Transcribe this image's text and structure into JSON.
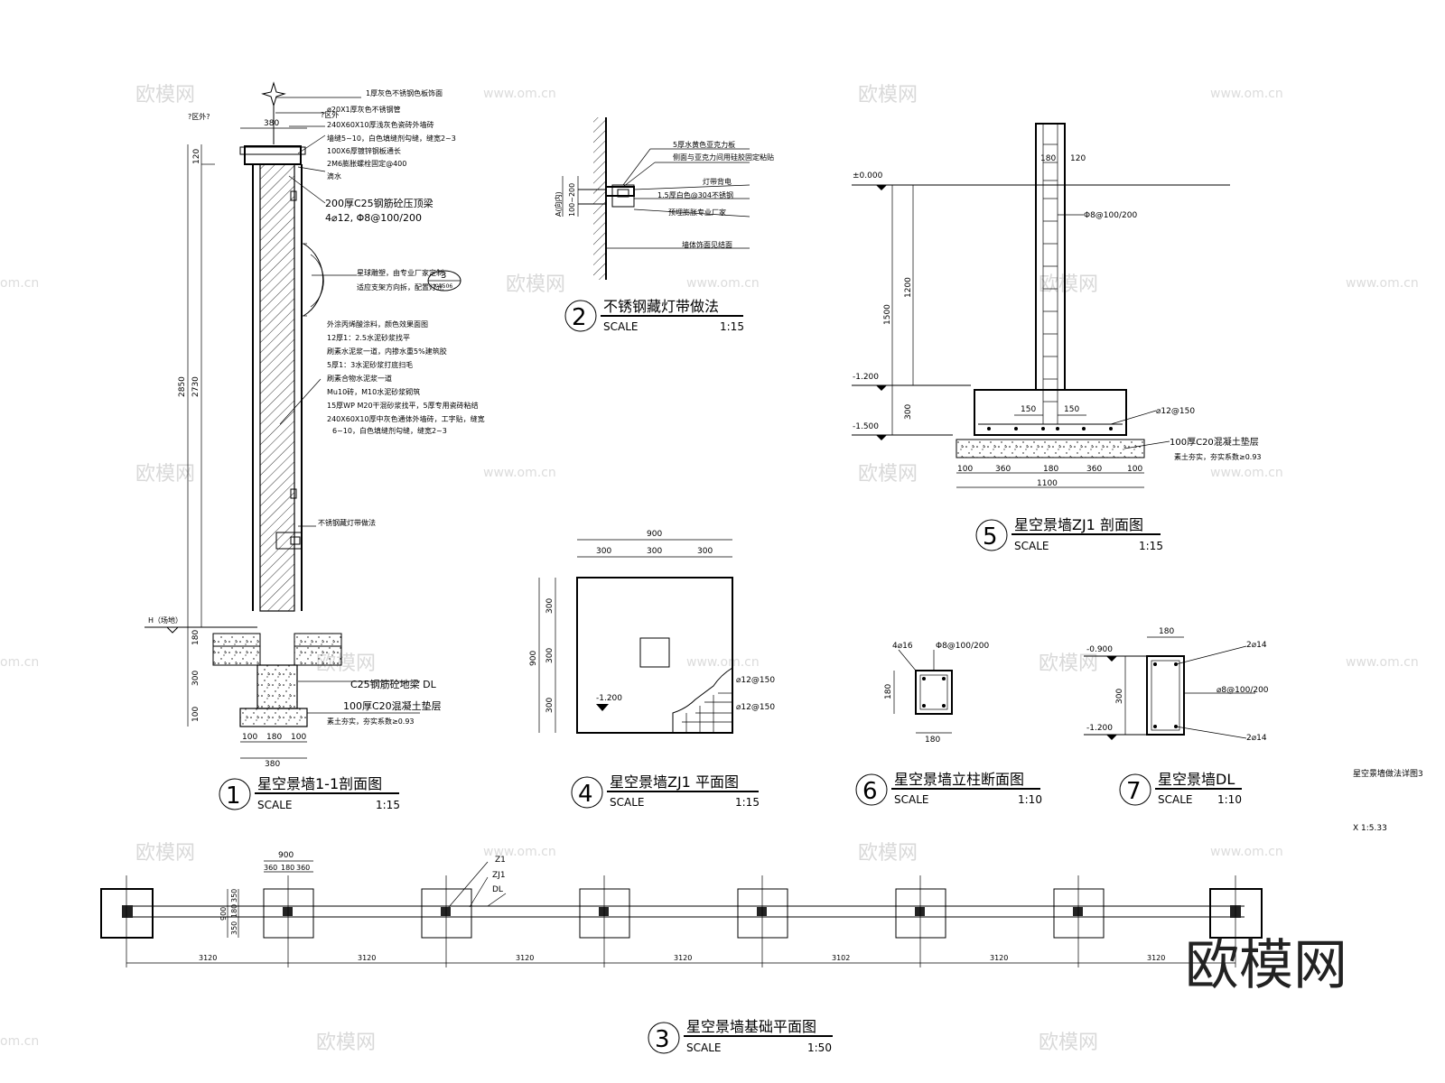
{
  "watermarks": {
    "brand": "欧模网",
    "url": "www.om.cn",
    "url_short": "om.cn"
  },
  "corner_label": "欧模网",
  "sheet_note": {
    "line1": "星空景墙做法详图3",
    "line2": "X 1:5.33"
  },
  "titles": [
    {
      "num": "1",
      "name": "星空景墙1-1剖面图",
      "scale_label": "SCALE",
      "scale": "1:15"
    },
    {
      "num": "2",
      "name": "不锈钢藏灯带做法",
      "scale_label": "SCALE",
      "scale": "1:15"
    },
    {
      "num": "3",
      "name": "星空景墙基础平面图",
      "scale_label": "SCALE",
      "scale": "1:50"
    },
    {
      "num": "4",
      "name": "星空景墙ZJ1 平面图",
      "scale_label": "SCALE",
      "scale": "1:15"
    },
    {
      "num": "5",
      "name": "星空景墙ZJ1 剖面图",
      "scale_label": "SCALE",
      "scale": "1:15"
    },
    {
      "num": "6",
      "name": "星空景墙立柱断面图",
      "scale_label": "SCALE",
      "scale": "1:10"
    },
    {
      "num": "7",
      "name": "星空景墙DL",
      "scale_label": "SCALE",
      "scale": "1:10"
    }
  ],
  "section1": {
    "top_q": "?区外?",
    "top_q2": "?区外",
    "annotations": [
      "1厚灰色不锈钢色板饰面",
      "ø20X1厚灰色不锈钢管",
      "240X60X10厚浅灰色瓷砖外墙砖",
      "墙缝5~10，白色填缝剂勾缝，缝宽2~3",
      "100X6厚镀锌钢板通长",
      "2M6膨胀螺栓固定@400",
      "滴水",
      "200厚C25钢筋砼压顶梁",
      "4⌀12, Φ8@100/200",
      "星球雕塑，由专业厂家定制",
      "适应支架方向拆，配置灯光",
      "外涂丙烯酸涂料，颜色效果面图",
      "12厚1：2.5水泥砂浆找平",
      "刷素水泥浆一道，内掺水重5%建筑胶",
      "5厚1：3水泥砂浆打底扫毛",
      "刷素合物水泥浆一道",
      "Mu10砖，M10水泥砂浆砌筑",
      "15厚WP M20干混砂浆找平，5厚专用瓷砖粘结",
      "240X60X10厚中灰色通体外墙砖，工字贴，缝宽",
      "6~10，白色填缝剂勾缝，缝宽2~3",
      "不锈钢藏灯带做法",
      "C25钢筋砼地梁 DL",
      "100厚C20混凝土垫层",
      "素土夯实，夯实系数≥0.93"
    ],
    "callout": {
      "num": "3",
      "sheet": "X-1506"
    },
    "h_label": "H（场地）",
    "dims_v": [
      "120",
      "2850",
      "2730",
      "180",
      "300",
      "100"
    ],
    "dims_h": [
      "380",
      "100",
      "180",
      "100",
      "380"
    ]
  },
  "detail2": {
    "vertical": "A(向内)",
    "vertical2": "100~200",
    "annotations": [
      "5厚水黄色亚克力板",
      "侧面与亚克力间用硅胶固定粘贴",
      "灯带背电",
      "1.5厚白色@304不锈钢",
      "预埋膨胀专业厂家",
      "墙体饰面见结面"
    ]
  },
  "section5": {
    "levels": [
      "±0.000",
      "-1.200",
      "-1.500"
    ],
    "dims_v": [
      "1500",
      "1200",
      "300"
    ],
    "dims_top": [
      "180",
      "120"
    ],
    "dims_mid": [
      "150",
      "150"
    ],
    "rebar_tie": "Φ8@100/200",
    "rebar_base": "⌀12@150",
    "pad": "100厚C20混凝土垫层",
    "soil": "素土夯实，夯实系数≥0.93",
    "dims_bottom": [
      "100",
      "360",
      "180",
      "360",
      "100"
    ],
    "total": "1100"
  },
  "plan4": {
    "total": "900",
    "dims_top": [
      "300",
      "300",
      "300"
    ],
    "dims_left": [
      "300",
      "300",
      "300"
    ],
    "total_left": "900",
    "level": "-1.200",
    "rebar": [
      "⌀12@150",
      "⌀12@150"
    ]
  },
  "column6": {
    "bars": "4⌀16",
    "ties": "Φ8@100/200",
    "dim_v": "180",
    "dim_h": "180"
  },
  "beam7": {
    "top_level": "-0.900",
    "bottom_level": "-1.200",
    "width": "180",
    "height": "300",
    "top_bars": "2⌀14",
    "ties": "⌀8@100/200",
    "bottom_bars": "2⌀14"
  },
  "plan3": {
    "labels": [
      "Z1",
      "ZJ1",
      "DL"
    ],
    "dims_top_total": "900",
    "dims_top": [
      "360",
      "180",
      "360"
    ],
    "dims_left_total": "900",
    "dims_left": [
      "350",
      "180",
      "350"
    ],
    "spans": [
      "3120",
      "3120",
      "3120",
      "3120",
      "3102",
      "3120",
      "3120"
    ]
  }
}
